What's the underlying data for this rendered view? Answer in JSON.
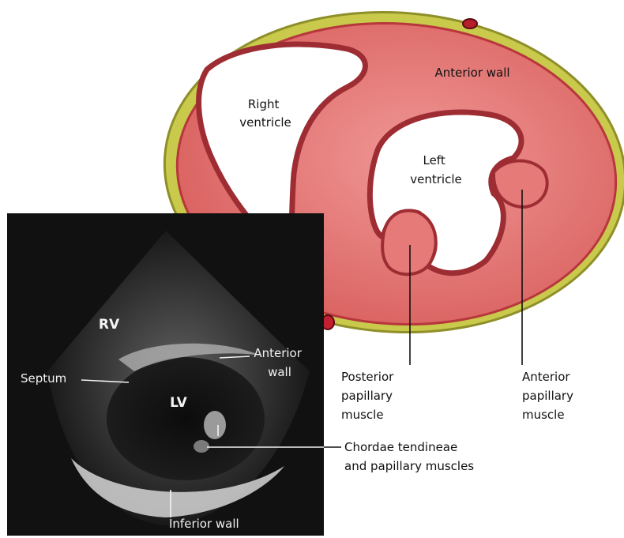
{
  "heart": {
    "right_ventricle": [
      "Right",
      "ventricle"
    ],
    "left_ventricle": [
      "Left",
      "ventricle"
    ],
    "anterior_wall": "Anterior wall",
    "posterior_papillary": [
      "Posterior",
      "papillary",
      "muscle"
    ],
    "anterior_papillary": [
      "Anterior",
      "papillary",
      "muscle"
    ]
  },
  "echo": {
    "rv": "RV",
    "lv": "LV",
    "septum": "Septum",
    "anterior_wall": [
      "Anterior",
      "wall"
    ],
    "inferior_wall": "Inferior wall",
    "chordae": [
      "Chordae tendineae",
      "and papillary muscles"
    ]
  },
  "colors": {
    "myocardium": "#e57a78",
    "myocardium_dark": "#b7373c",
    "fat": "#c9c94c",
    "fat_dark": "#8f8f2a",
    "echo_bg": "#111111"
  }
}
